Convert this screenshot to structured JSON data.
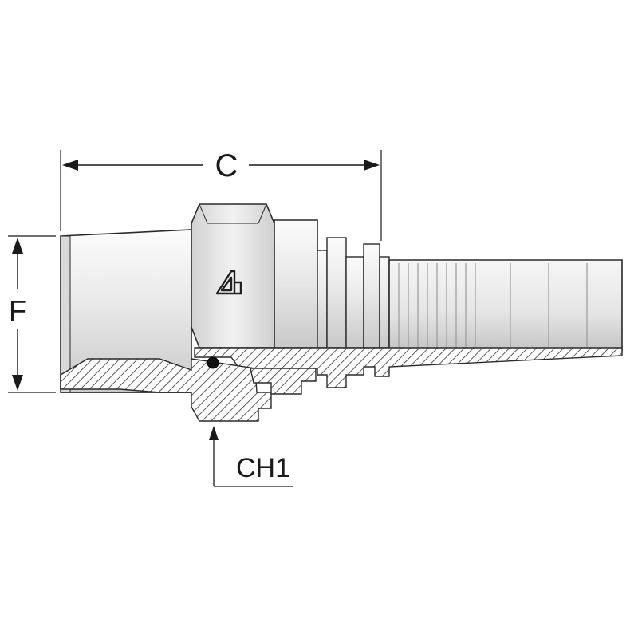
{
  "dimensions": {
    "length_label": "C",
    "height_label": "F",
    "hex_label": "CH1"
  },
  "colors": {
    "body_light": "#f4f4f4",
    "body_mid": "#dcdcdc",
    "body_dark": "#b9b9b9",
    "outline": "#2a2a2a",
    "hatch": "#333333",
    "dim_line": "#1a1a1a"
  },
  "icons": {
    "logo": "brand-logo-icon",
    "seal": "o-ring-seal-icon"
  }
}
